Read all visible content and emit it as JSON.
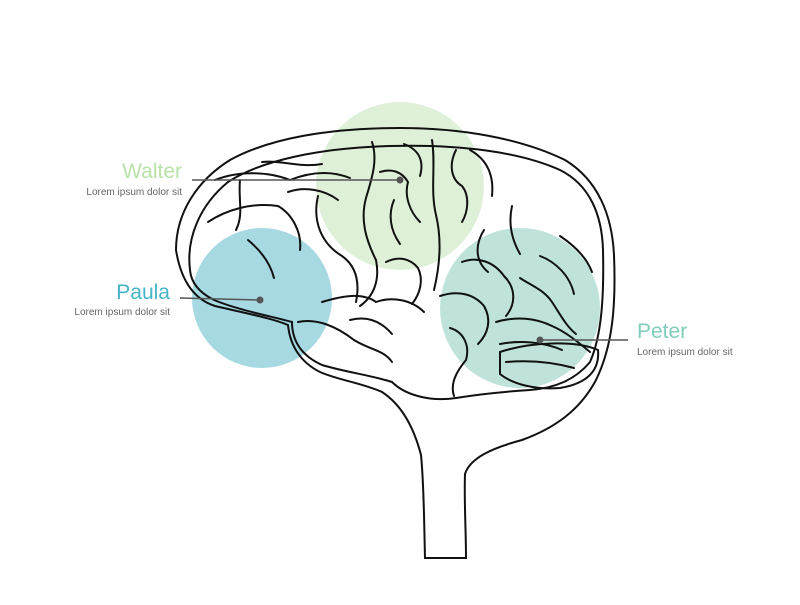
{
  "colors": {
    "walter": "#b7e2a8",
    "paula": "#46b5c6",
    "peter": "#7fcdbb",
    "outline": "#111111",
    "leader": "#555555"
  },
  "labels": {
    "walter": {
      "name": "Walter",
      "desc": "Lorem ipsum dolor sit"
    },
    "paula": {
      "name": "Paula",
      "desc": "Lorem ipsum dolor sit"
    },
    "peter": {
      "name": "Peter",
      "desc": "Lorem ipsum dolor sit"
    }
  }
}
